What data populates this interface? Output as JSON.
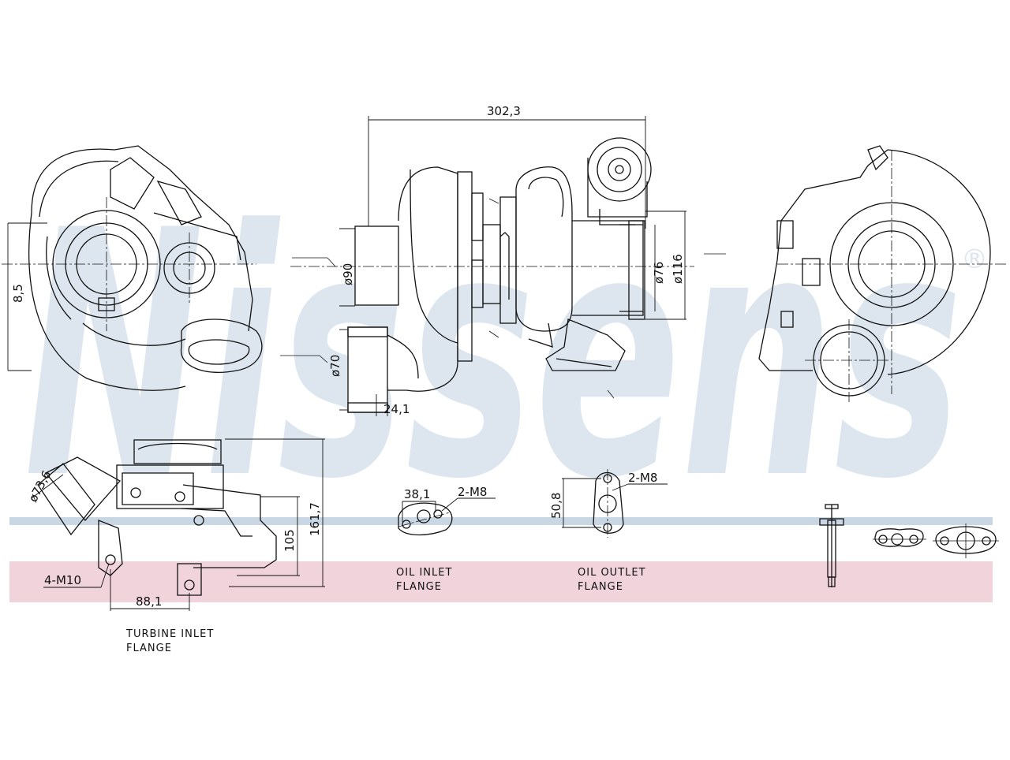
{
  "colors": {
    "watermark": "#dde6ef",
    "band_blue": "#c9d7e4",
    "band_pink": "#f1d3dc",
    "line": "#111111"
  },
  "watermark": {
    "text": "Nissens",
    "registered": "®"
  },
  "dimensions": {
    "overall_length": "302,3",
    "side_angle": "8,5",
    "compressor_inlet_dia": "ø90",
    "compressor_outlet_dia": "ø70",
    "outlet_offset": "24,1",
    "turbine_outlet_inner_dia": "ø76",
    "turbine_outlet_outer_dia": "ø116",
    "inlet_pipe_dia": "ø73,6",
    "flange_height": "161,7",
    "flange_inner_height": "105",
    "flange_offset": "88,1",
    "flange_bolts": "4-M10",
    "oil_inlet_spacing": "38,1",
    "oil_inlet_bolts": "2-M8",
    "oil_outlet_spacing": "50,8",
    "oil_outlet_bolts": "2-M8"
  },
  "labels": {
    "turbine_inlet_1": "TURBINE INLET",
    "turbine_inlet_2": "FLANGE",
    "oil_inlet_1": "OIL INLET",
    "oil_inlet_2": "FLANGE",
    "oil_outlet_1": "OIL OUTLET",
    "oil_outlet_2": "FLANGE"
  }
}
